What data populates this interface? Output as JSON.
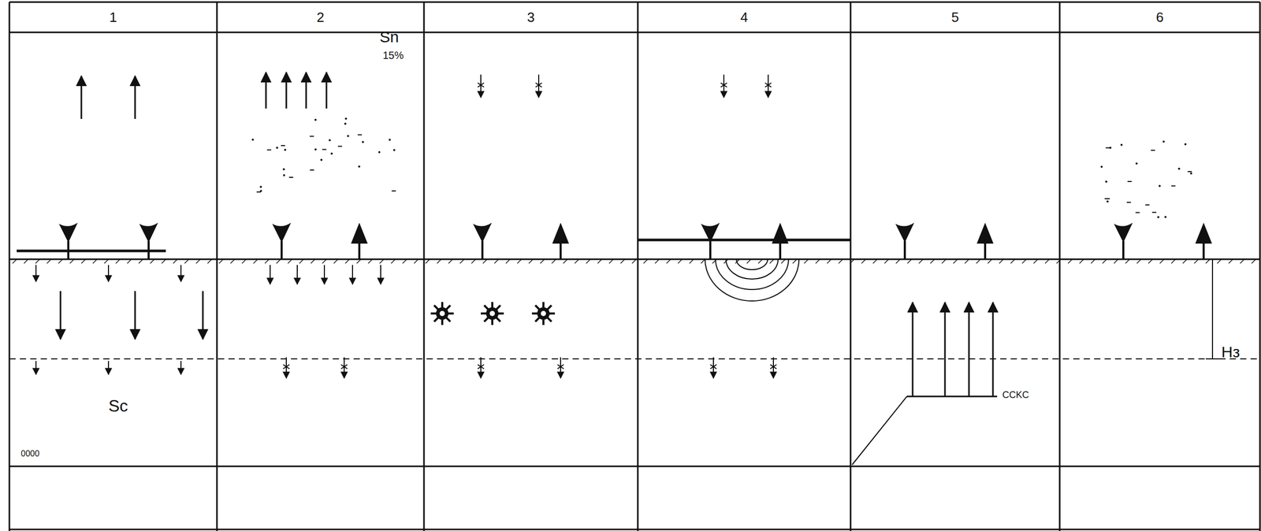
{
  "diagram": {
    "nodes": [
      {
        "text": [
          "1"
        ]
      },
      {
        "text": [
          "2"
        ]
      },
      {
        "text": [
          "3"
        ]
      },
      {
        "text": [
          "4"
        ]
      },
      {
        "text": [
          "5"
        ]
      },
      {
        "text": [
          "6"
        ]
      }
    ],
    "labels": [
      "Sn",
      "15%",
      "Sc",
      "0000",
      "CCKC",
      "Hз"
    ]
  }
}
